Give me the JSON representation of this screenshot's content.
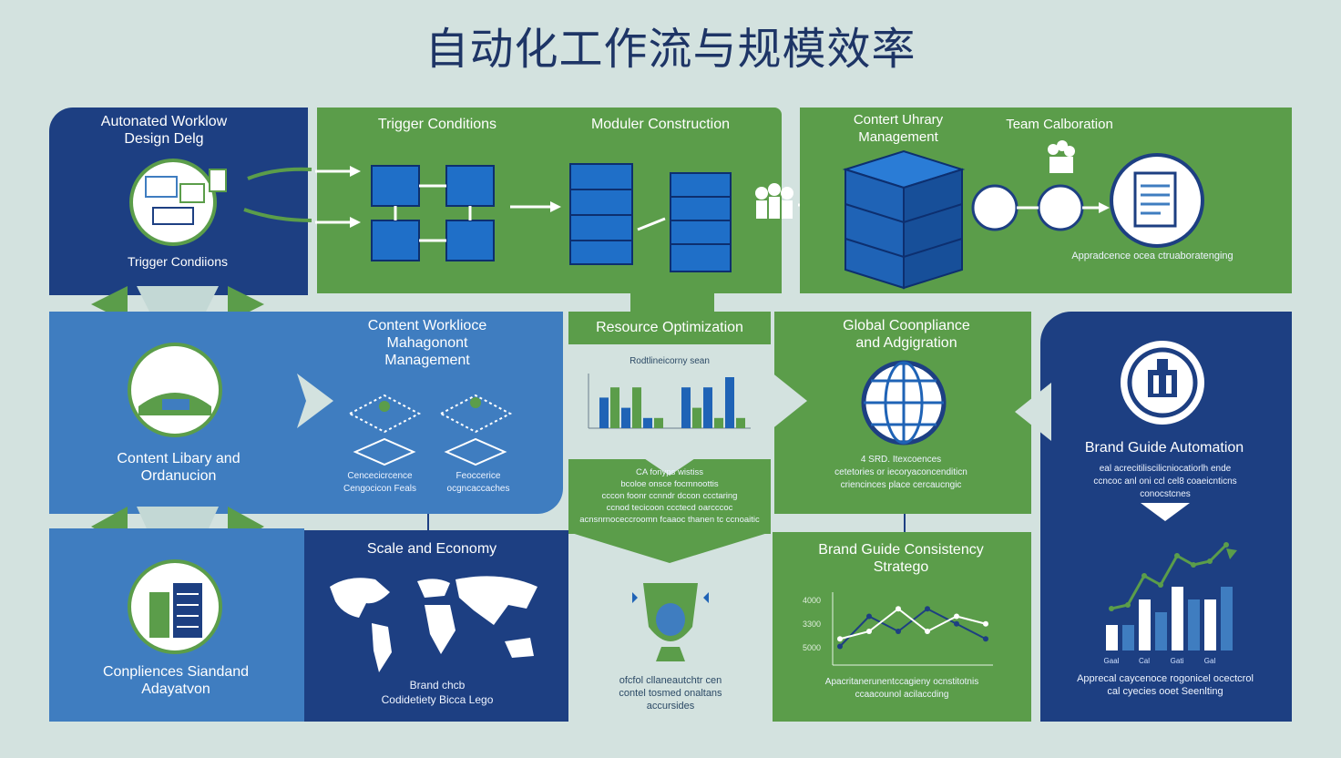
{
  "title": "自动化工作流与规模效率",
  "colors": {
    "dark_blue": "#1d3f82",
    "green": "#5b9d4a",
    "mid_blue": "#3f7dc0",
    "background": "#d3e2df",
    "title": "#1e3566"
  },
  "top_row": {
    "automated_workflow": "Autonated Worklow\nDesign Delg",
    "trigger_bottom": "Trigger Condiions",
    "trigger_conditions": "Trigger Conditions",
    "modular_construction": "Moduler Construction",
    "content_library": "Contert Uhrary\nManagement",
    "team_collaboration": "Team Calboration",
    "team_caption": "Appradcence ocea ctruaboratenging"
  },
  "middle_row": {
    "content_library_left": "Content Libary and\nOrdanucion",
    "content_workforce": "Content Worklioce\nMahagonont\nManagement",
    "content_captions": [
      "Cencecicrcence\nCengocicon Feals",
      "Feoccerice\nocgncaccaches"
    ],
    "resource_optimization": "Resource Optimization",
    "resource_chart_caption": "Rodtlineicorny sean",
    "resource_text": "CA fonyps          wistiss\nbcoloe onsce focmnoottis\ncccon foonr ccnndr dccon ccctaring\nccnod tecicoon ccctecd oarcccoc\nacnsnrnoceccroomn fcaaoc thanen tc ccnoaitic",
    "global_compliance": "Global Coonpliance\nand Adgigration",
    "global_caption": "4 SRD. Itexcoences\ncetetories or iecoryaconcenditicn\ncriencinces place cercaucngic",
    "brand_guide_automation": "Brand Guide Automation",
    "brand_auto_caption": "eal acrecitiliscilicniocatiorlh ende\nccncoc anl oni ccl cel8 coaeicnticns\nconocstcnes"
  },
  "bottom_row": {
    "compliance_standard": "Conpliences Siandand\nAdayatvon",
    "scale_economy": "Scale and Economy",
    "scale_caption": "Brand chcb\nCodidetiety Bicca Lego",
    "center_caption": "ofcfol cllaneautchtr cen\ncontel tosmed onaltans\naccursides",
    "brand_consistency": "Brand Guide Consistency\nStratego",
    "consistency_caption": "Apacritanerunentccagieny ocnstitotnis\nccaacounol acilaccding",
    "consistency_axis": [
      "4000",
      "3300",
      "5000"
    ],
    "brand_bars_labels": [
      "Gaal",
      "Cal",
      "Gati",
      "Gal"
    ],
    "brand_bars_caption": "Apprecal caycenoce rogonicel ocectcrol\ncal cyecies ooet Seenlting"
  },
  "chart_data": [
    {
      "type": "bar",
      "title": "Rodtlineicorny sean",
      "series": [
        {
          "name": "",
          "values": [
            3,
            4,
            2,
            4,
            1,
            1
          ]
        },
        {
          "name": "",
          "values": [
            4,
            2,
            4,
            1,
            5,
            1
          ]
        }
      ],
      "categories": [
        "",
        "",
        "",
        "",
        "",
        ""
      ]
    },
    {
      "type": "line",
      "title": "Brand Guide Consistency Stratego",
      "x": [
        1,
        2,
        3,
        4,
        5,
        6
      ],
      "series": [
        {
          "name": "",
          "values": [
            1,
            3,
            2,
            3.5,
            2.5,
            1.5
          ]
        },
        {
          "name": "",
          "values": [
            1.5,
            2,
            3.5,
            2,
            3,
            2.5
          ]
        }
      ],
      "ylabels": [
        "4000",
        "3300",
        "5000"
      ]
    },
    {
      "type": "bar",
      "title": "Brand Guide Automation",
      "categories": [
        "Gaal",
        "Cal",
        "Gati",
        "Gal"
      ],
      "values": [
        2,
        2,
        4,
        3,
        5,
        4,
        4,
        5
      ]
    }
  ]
}
